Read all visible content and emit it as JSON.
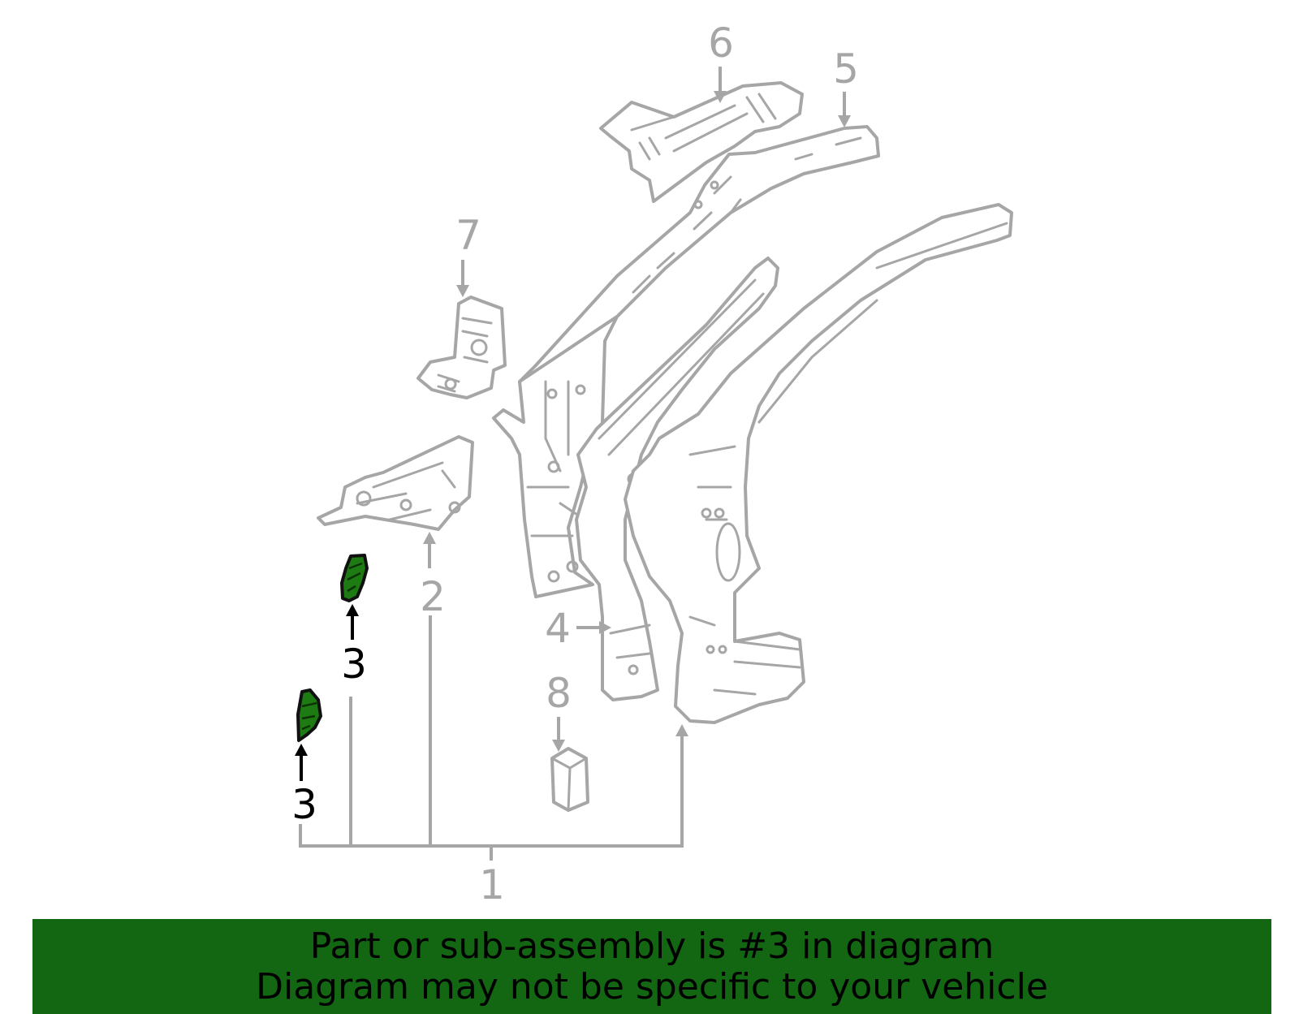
{
  "callouts": {
    "c1": "1",
    "c2": "2",
    "c3a": "3",
    "c3b": "3",
    "c4": "4",
    "c5": "5",
    "c6": "6",
    "c7": "7",
    "c8": "8"
  },
  "highlight": {
    "part_number": "3",
    "color": "#1e7a12"
  },
  "colors": {
    "outline": "#a6a6a6",
    "banner": "#136612"
  },
  "banner": {
    "line1": "Part or sub-assembly is #3 in diagram",
    "line2": "Diagram may not be specific to your vehicle"
  }
}
